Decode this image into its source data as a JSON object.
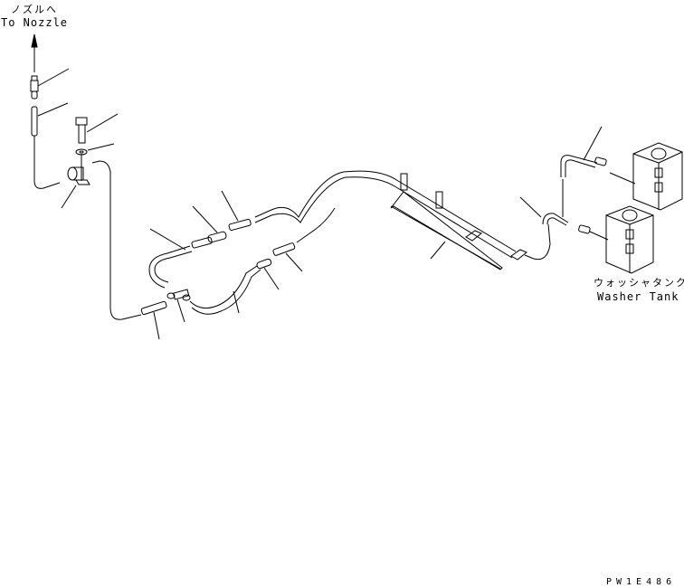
{
  "labels": {
    "nozzle_jp": "ノズルへ",
    "nozzle_en": "To Nozzle",
    "tank_jp": "ウォッシャタンク",
    "tank_en": "Washer Tank",
    "figure_code": "PW1E486"
  },
  "colors": {
    "line": "#000000",
    "background": "#ffffff"
  }
}
